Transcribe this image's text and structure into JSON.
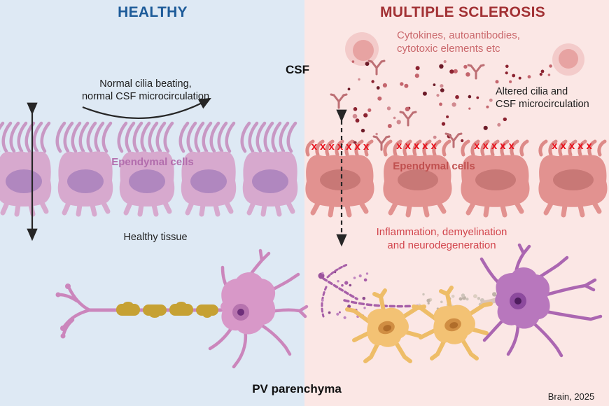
{
  "figure": {
    "csf_label": "CSF",
    "pv_label": "PV parenchyma",
    "credit": "Brain, 2025"
  },
  "healthy": {
    "title": "HEALTHY",
    "note_line1": "Normal cilia beating,",
    "note_line2": "normal CSF microcirculation",
    "ependymal_label": "Ependymal cells",
    "tissue_label": "Healthy tissue"
  },
  "ms": {
    "title": "MULTIPLE SCLEROSIS",
    "cytokines_line1": "Cytokines, autoantibodies,",
    "cytokines_line2": "cytotoxic elements etc",
    "altered_line1": "Altered cilia and",
    "altered_line2": "CSF microcirculation",
    "ependymal_label": "Ependymal cells",
    "inflammation_line1": "Inflammation, demyelination",
    "inflammation_line2": "and neurodegeneration",
    "cilia_marks_wide": "xxxxxxx",
    "cilia_marks": "xxxxx"
  },
  "colors": {
    "healthy_bg": "#dee9f4",
    "ms_bg": "#fbe7e5",
    "healthy_title": "#1d5b99",
    "ms_title": "#a23134",
    "cytokines_text": "#ca686c",
    "inflammation_text": "#d2444c",
    "healthy_cell_body": "#d7a9ce",
    "healthy_cell_nucleus": "#b087bf",
    "ms_cell_body": "#e29290",
    "ms_cell_nucleus": "#c87876",
    "damaged_cilia_mark": "#e8101b",
    "myelin": "#c6a133",
    "glial_cell": "#f3c274"
  }
}
